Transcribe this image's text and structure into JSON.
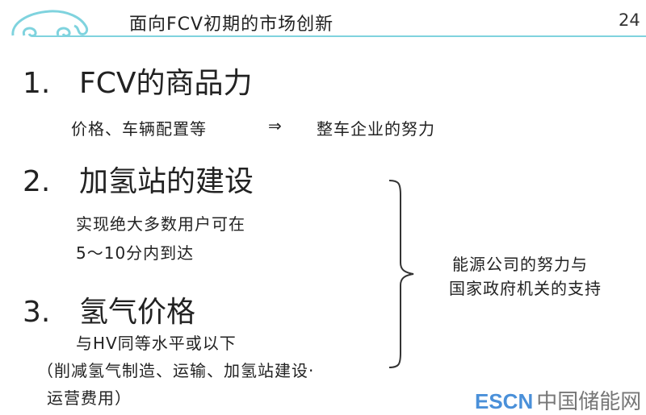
{
  "header": {
    "title": "面向FCV初期的市场创新",
    "page_number": "24"
  },
  "sections": [
    {
      "number": "1.",
      "heading": "FCV的商品力",
      "detail_left": "价格、车辆配置等",
      "arrow": "⇒",
      "detail_right": "整车企业的努力"
    },
    {
      "number": "2.",
      "heading": "加氢站的建设",
      "lines": [
        "实现绝大多数用户可在",
        "5～10分内到达"
      ]
    },
    {
      "number": "3.",
      "heading": "氢气价格",
      "lines": [
        "与HV同等水平或以下",
        "（削减氢气制造、运输、加氢站建设·",
        "运营费用）"
      ]
    }
  ],
  "bracket_note": [
    "能源公司的努力与",
    "国家政府机关的支持"
  ],
  "watermark": {
    "en": "ESCN",
    "cn": "中国储能网"
  },
  "colors": {
    "accent": "#7fd3de",
    "watermark_blue": "#4a90d9"
  }
}
